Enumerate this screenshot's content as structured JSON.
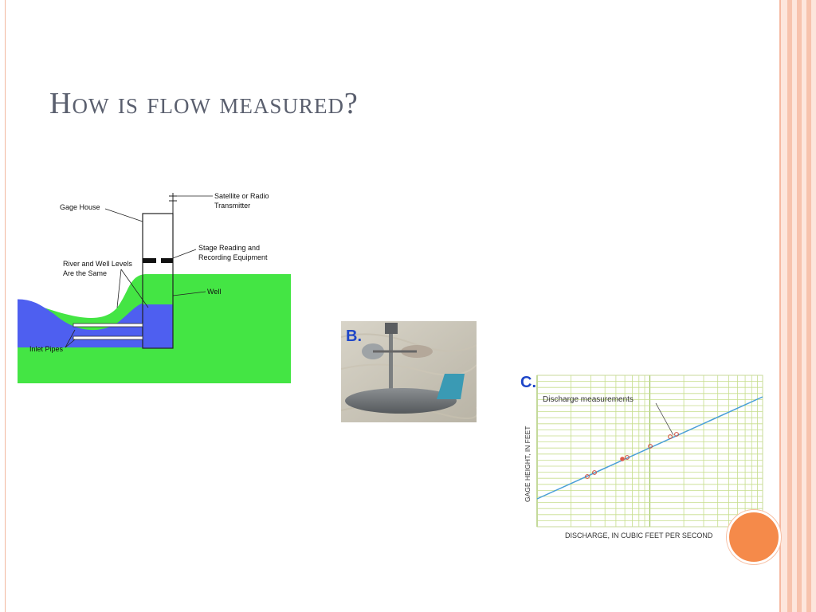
{
  "slide": {
    "title": "How is flow measured?"
  },
  "figure_a": {
    "labels": {
      "gage_house": "Gage House",
      "transmitter_line1": "Satellite or Radio",
      "transmitter_line2": "Transmitter",
      "stage_line1": "Stage Reading and",
      "stage_line2": "Recording Equipment",
      "river_line1": "River and Well Levels",
      "river_line2": "Are the Same",
      "well": "Well",
      "inlet": "Inlet Pipes"
    },
    "colors": {
      "ground": "#44e544",
      "water": "#4e5ff0"
    }
  },
  "figure_b": {
    "letter": "B."
  },
  "figure_c": {
    "letter": "C.",
    "annotation": "Discharge measurements",
    "ylabel": "GAGE HEIGHT, IN FEET",
    "xlabel": "DISCHARGE, IN CUBIC FEET PER SECOND"
  },
  "colors": {
    "accent": "#f58a4a",
    "title": "#5a5f6e"
  }
}
